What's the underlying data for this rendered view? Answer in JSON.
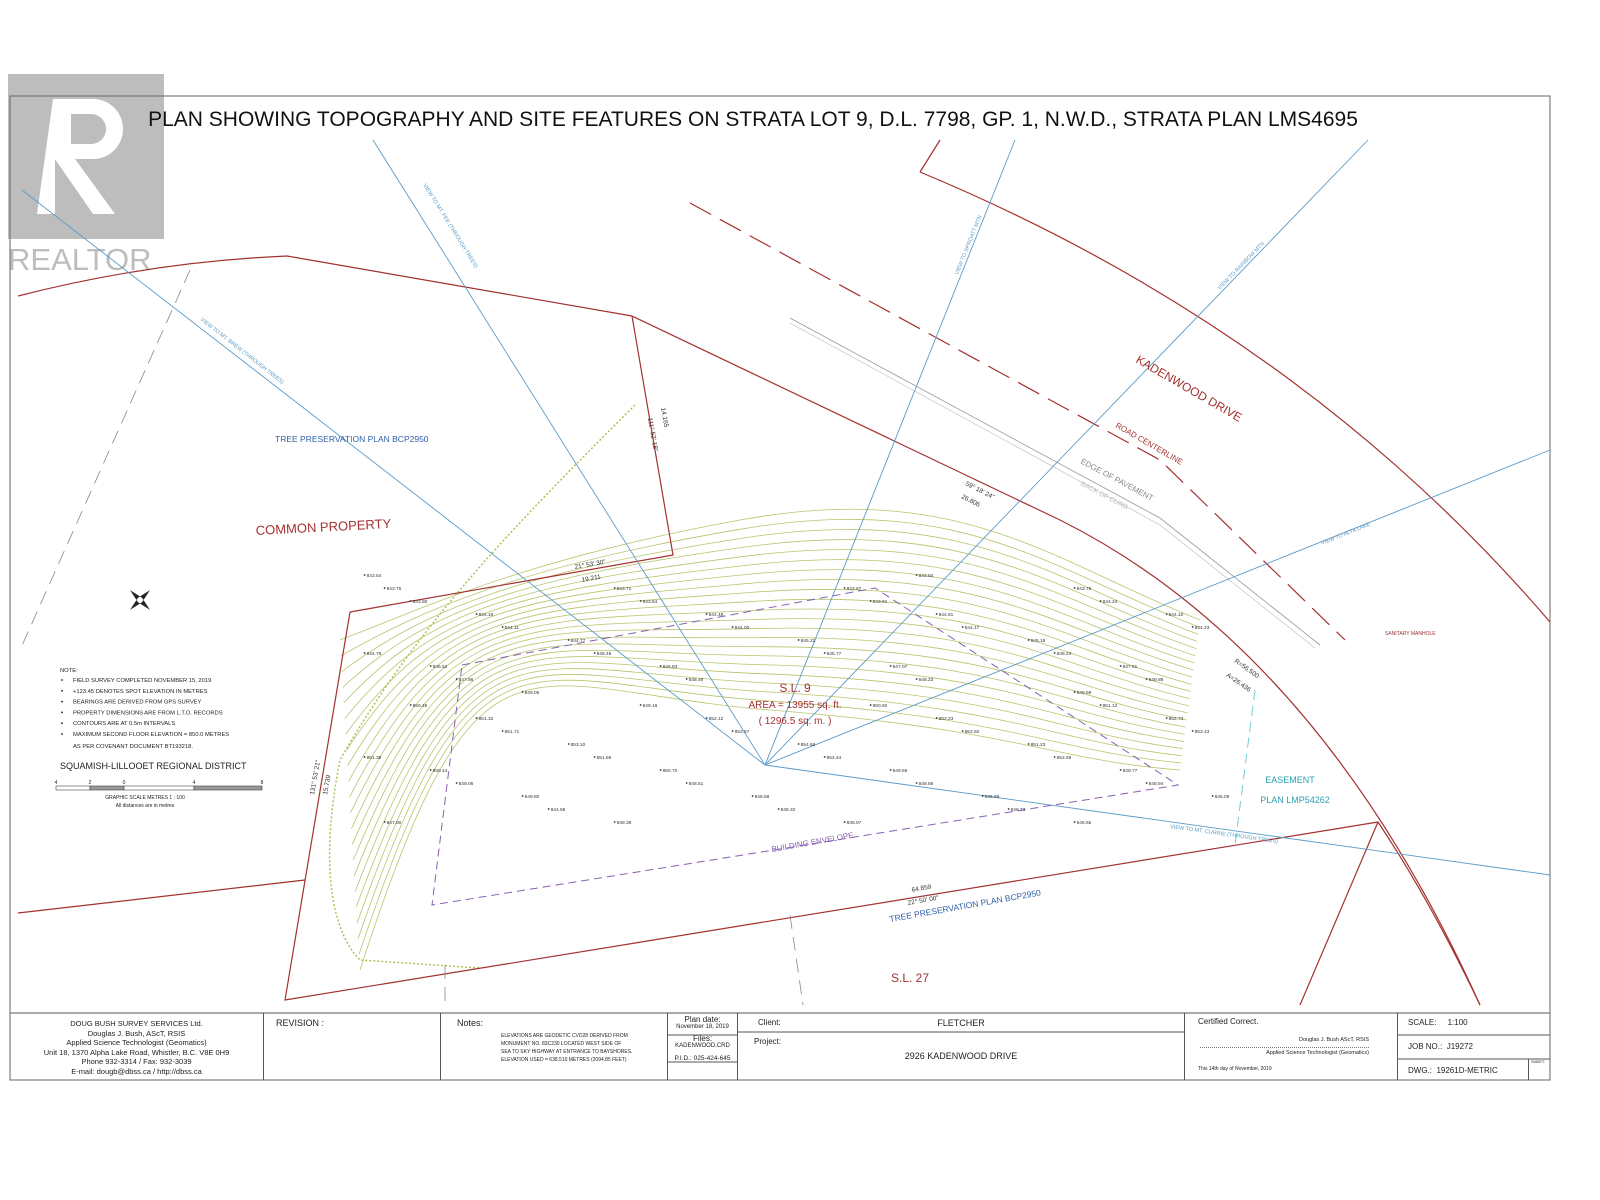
{
  "title": "PLAN SHOWING TOPOGRAPHY AND SITE FEATURES ON STRATA LOT 9, D.L. 7798, GP. 1,  N.W.D., STRATA PLAN LMS4695",
  "watermark": "REALTOR",
  "colors": {
    "boundary": "#a3312f",
    "view": "#5b9bc8",
    "contour": "#b7c56a",
    "accent_blue": "#2f5fa8",
    "teal": "#2a9fb0"
  },
  "labels": {
    "kadenwood": "KADENWOOD DRIVE",
    "road_centerline": "ROAD CENTERLINE",
    "edge_pavement": "EDGE OF PAVEMENT",
    "back_curb": "BACK OF CURB",
    "common_property": "COMMON  PROPERTY",
    "tree_pres_1": "TREE PRESERVATION PLAN BCP2950",
    "tree_pres_2": "TREE PRESERVATION PLAN BCP2950",
    "sl9": "S.L. 9",
    "area_ft": "AREA = 13955 sq. ft.",
    "area_m": "( 1296.5 sq. m. )",
    "sl27": "S.L. 27",
    "easement": "EASEMENT",
    "easement_plan": "PLAN LMP54262",
    "building_envelope": "BUILDING ENVELOPE",
    "sanitary": "SANITARY MANHOLE",
    "view_fee": "VIEW TO MT. FEE (THROUGH TREES)",
    "view_brew": "VIEW TO MT. BREW (THROUGH TREES)",
    "view_sproatt": "VIEW TO SPROATT MTN",
    "view_rainbow": "VIEW TO RAINBOW MTN",
    "view_alta": "VIEW TO ALTA LAKE",
    "view_currie": "VIEW TO MT. CURRIE (THROUGH TREES)",
    "dim_1": "21° 53' 30\"",
    "dim_1b": "19.211",
    "dim_2": "111° 52' 18\"",
    "dim_2b": "14.165",
    "dim_3": "59° 18' 24\"",
    "dim_3b": "26.806",
    "dim_4": "131° 53' 21\"",
    "dim_4b": "15.739",
    "dim_5": "64.859",
    "dim_5b": "22° 50' 00\"",
    "dim_6": "R=56.500",
    "dim_6b": "A=26.436"
  },
  "spots": [
    "843.54",
    "843.84",
    "843.75",
    "843.71",
    "843.67",
    "843.79",
    "843.80",
    "843.54",
    "843.61",
    "844.24",
    "844.16",
    "844.48",
    "844.61",
    "844.10",
    "844.11",
    "844.00",
    "844.17",
    "844.23",
    "844.77",
    "845.22",
    "845.16",
    "844.76",
    "845.48",
    "845.77",
    "846.24",
    "846.52",
    "846.83",
    "847.07",
    "847.51",
    "847.98",
    "848.49",
    "848.23",
    "849.88",
    "849.05",
    "849.59",
    "850.46",
    "849.16",
    "850.92",
    "851.12",
    "851.32",
    "852.12",
    "852.23",
    "852.73",
    "851.71",
    "852.57",
    "852.92",
    "853.43",
    "853.10",
    "854.66",
    "851.23",
    "851.39",
    "851.65",
    "852.44",
    "852.65",
    "850.14",
    "850.70",
    "849.66",
    "849.77",
    "849.06",
    "848.51",
    "848.56",
    "848.94",
    "849.80",
    "845.58",
    "845.69",
    "845.09",
    "844.68",
    "848.32",
    "848.73",
    "847.90",
    "849.38",
    "848.97",
    "846.65"
  ],
  "notes": {
    "heading": "NOTE:",
    "items": [
      "FIELD SURVEY COMPLETED NOVEMBER 15, 2019",
      "+123.45 DENOTES SPOT ELEVATION IN METRES",
      "BEARINGS ARE DERIVED FROM GPS SURVEY",
      "PROPERTY DIMENSIONS ARE FROM L.T.O. RECORDS",
      "CONTOURS ARE AT 0.5m INTERVALS",
      "MAXIMUM SECOND FLOOR ELEVATION = 850.0 METRES"
    ],
    "covenant": "AS PER COVENANT DOCUMENT BT193218.",
    "district": "SQUAMISH-LILLOOET REGIONAL DISTRICT",
    "scale_ticks": [
      "4",
      "2",
      "0",
      "4",
      "8"
    ],
    "scale_caption": "GRAPHIC SCALE METRES  1 : 100",
    "scale_caption2": "All distances are in metres"
  },
  "title_block": {
    "company": [
      "DOUG BUSH SURVEY SERVICES Ltd.",
      "Douglas J. Bush, AScT, RSIS",
      "Applied Science Technologist (Geomatics)",
      "Unit 18, 1370 Alpha Lake Road, Whistler, B.C. V8E 0H9",
      "Phone 932-3314 /  Fax: 932-3039",
      "E-mail: dougb@dbss.ca / http://dbss.ca"
    ],
    "revision_label": "REVISION :",
    "notes_label": "Notes:",
    "notes_text": [
      "ELEVATIONS ARE GEODETIC CVD28 DERIVED FROM",
      "MONUMENT NO. 83C230 LOCATED WEST SIDE OF",
      "SEA TO SKY HIGHWAY AT ENTRANCE TO BAYSHORES.",
      "ELEVATION USED = 638.510 METRES  (2094.85 FEET)"
    ],
    "plan_date_label": "Plan date:",
    "plan_date": "November 18, 2019",
    "files_label": "Files:",
    "files": "KADENWOOD.CRD",
    "pid_label": "P.I.D.:",
    "pid": "025-424-645",
    "client_label": "Client:",
    "client": "FLETCHER",
    "project_label": "Project:",
    "project": "2926 KADENWOOD DRIVE",
    "certified": "Certified Correct.",
    "signer": "Douglas J. Bush  AScT, RSIS",
    "signer_title": "Applied Science Technologist (Geomatics)",
    "cert_date": "This 14th day of November, 2019",
    "scale_label": "SCALE:",
    "scale": "1:100",
    "job_label": "JOB NO.:",
    "job": "J19272",
    "dwg_label": "DWG.:",
    "dwg": "19261D-METRIC",
    "sheet_label": "SHEET:"
  }
}
